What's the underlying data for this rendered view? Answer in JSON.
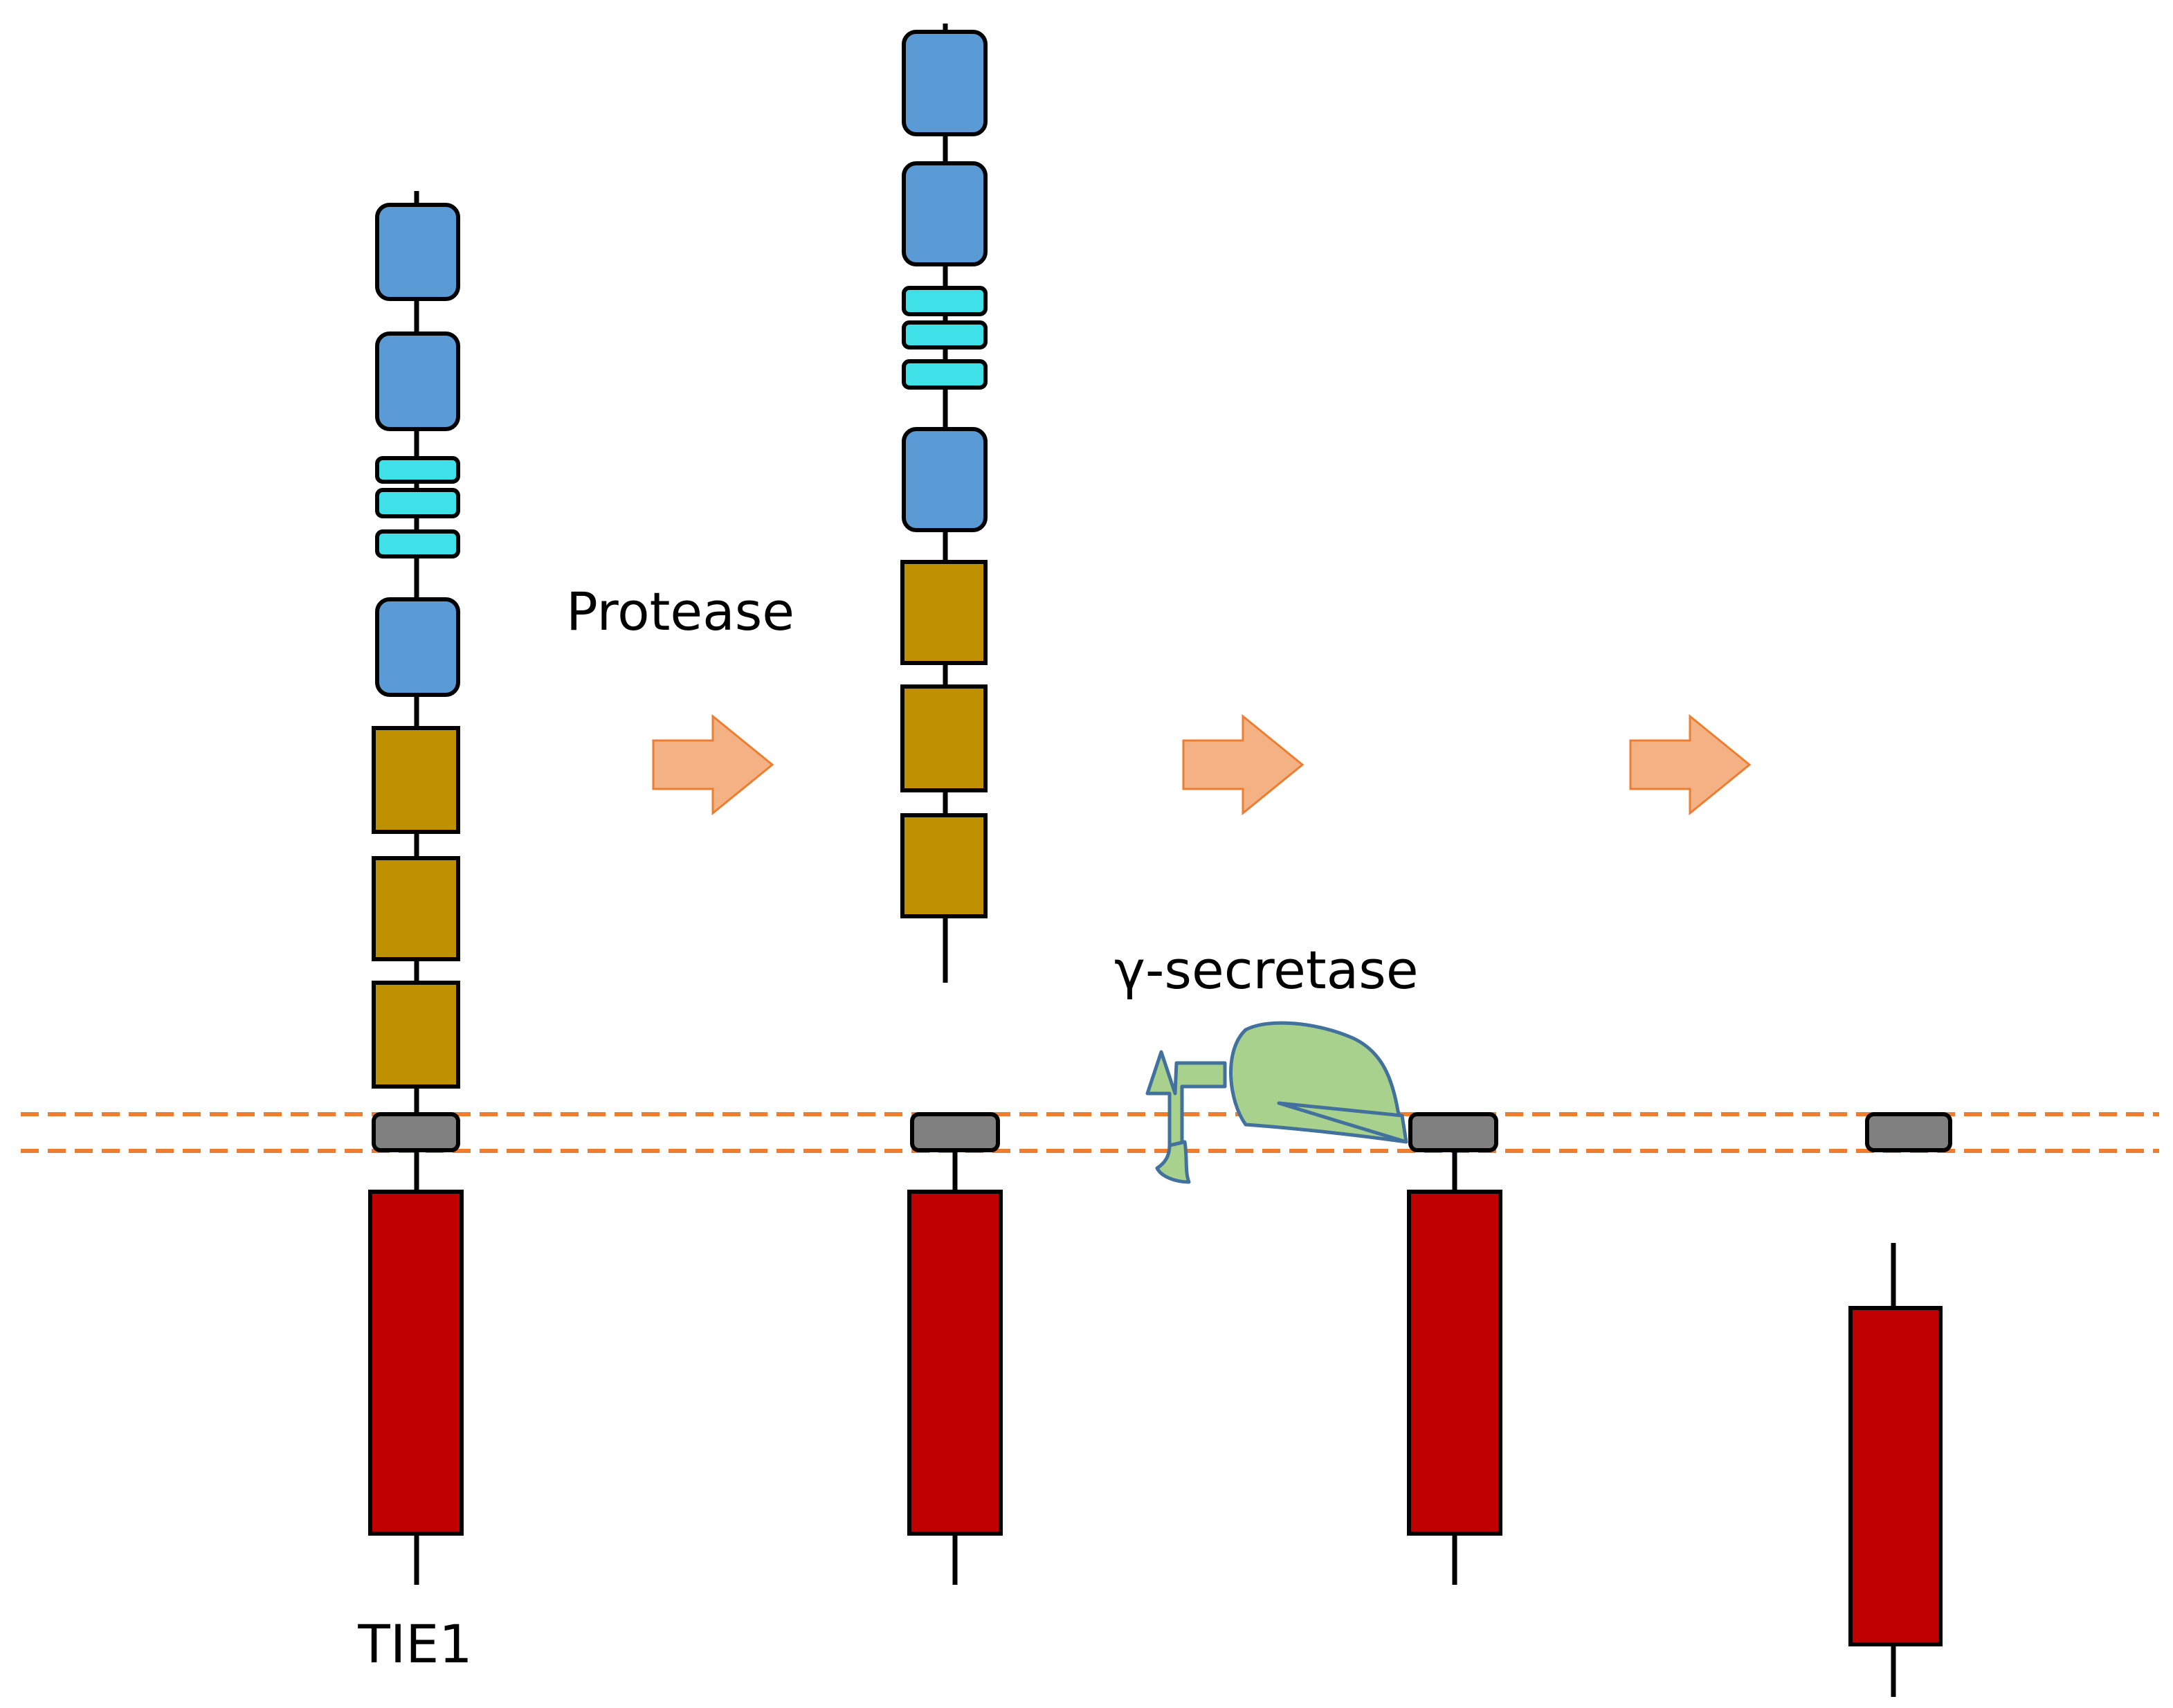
{
  "labels": {
    "protease": "Protease",
    "gamma_secretase": "γ-secretase",
    "tie1": "TIE1"
  },
  "colors": {
    "ig_domain": "#5B9BD5",
    "egf_repeat": "#40E0E8",
    "fn3_domain": "#BF9000",
    "transmembrane": "#808080",
    "kinase_domain": "#C00000",
    "membrane": "#ED7D31",
    "step_arrow": "#F4B183",
    "enzyme": "#A9D18E"
  },
  "stages": [
    {
      "id": "full-length",
      "extracellular": "attached",
      "intracellular": "attached"
    },
    {
      "id": "ectodomain-shed",
      "extracellular": "released",
      "intracellular": "attached"
    },
    {
      "id": "secretase-bound",
      "extracellular": "none",
      "intracellular": "attached"
    },
    {
      "id": "icd-released",
      "extracellular": "none",
      "intracellular": "released"
    }
  ],
  "step_arrow_icons": [
    "right-arrow-icon",
    "right-arrow-icon",
    "right-arrow-icon"
  ],
  "enzyme_icon": "gamma-secretase-icon"
}
